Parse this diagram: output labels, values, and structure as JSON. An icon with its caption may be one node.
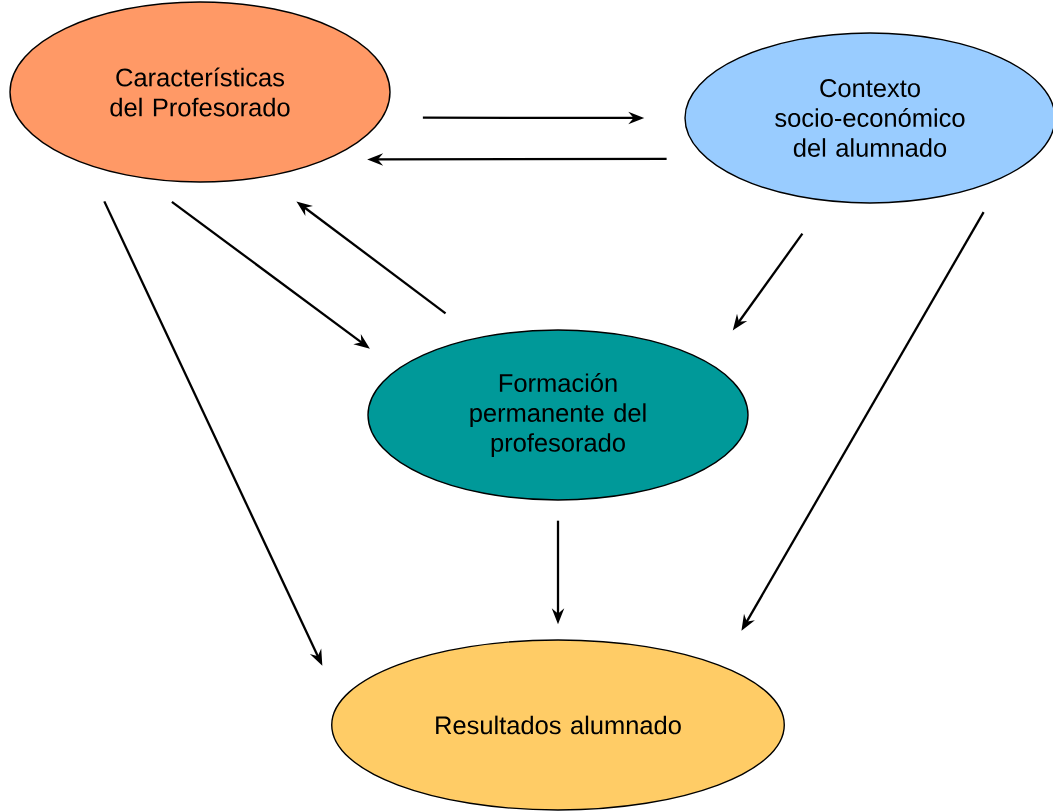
{
  "diagram": {
    "nodes": [
      {
        "text": [
          "Características del Profesorado"
        ]
      },
      {
        "text": [
          "Contexto socio-económico del alumnado"
        ]
      },
      {
        "text": [
          "Formación permanente del profesorado"
        ]
      },
      {
        "text": [
          "Resultados alumnado"
        ]
      }
    ],
    "edges": [
      {
        "from": 0,
        "to": 1,
        "arrow": "to"
      },
      {
        "from": 1,
        "to": 0,
        "arrow": "to"
      },
      {
        "from": 2,
        "to": 0,
        "arrow": "to"
      },
      {
        "from": 0,
        "to": 2,
        "arrow": "to"
      },
      {
        "from": 1,
        "to": 2,
        "arrow": "to"
      },
      {
        "from": 0,
        "to": 3,
        "arrow": "to"
      },
      {
        "from": 2,
        "to": 3,
        "arrow": "to"
      },
      {
        "from": 1,
        "to": 3,
        "arrow": "to"
      }
    ]
  }
}
